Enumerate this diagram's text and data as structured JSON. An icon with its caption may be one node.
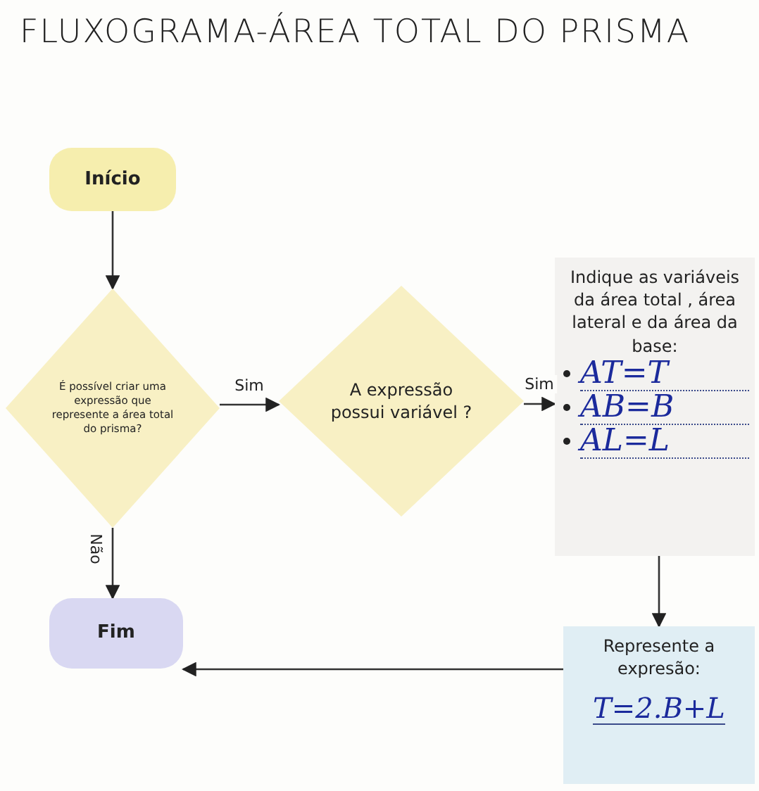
{
  "diagram": {
    "title": "FLUXOGRAMA-ÁREA TOTAL DO PRISMA",
    "nodes": [
      {
        "text": [
          "Início"
        ]
      },
      {
        "text": [
          "É possível criar uma expressão que represente a área total do prisma?"
        ]
      },
      {
        "text": [
          "A expressão possui variável ?"
        ]
      },
      {
        "text": [
          "Indique as variáveis da área total , área lateral e da área da base:",
          "AT=T",
          "AB=B",
          "AL=L"
        ]
      },
      {
        "text": [
          "Fim"
        ]
      },
      {
        "text": [
          "Represente a expresão:",
          "T=2.B+L"
        ]
      }
    ],
    "edges": [
      {
        "from": 0,
        "to": 1,
        "arrow": "to"
      },
      {
        "from": 1,
        "to": 2,
        "arrow": "to",
        "label": "Sim"
      },
      {
        "from": 2,
        "to": 3,
        "arrow": "to",
        "label": "Sim"
      },
      {
        "from": 1,
        "to": 4,
        "arrow": "to",
        "label": "Não"
      },
      {
        "from": 3,
        "to": 5,
        "arrow": "to"
      },
      {
        "from": 5,
        "to": 4,
        "arrow": "to"
      }
    ]
  }
}
